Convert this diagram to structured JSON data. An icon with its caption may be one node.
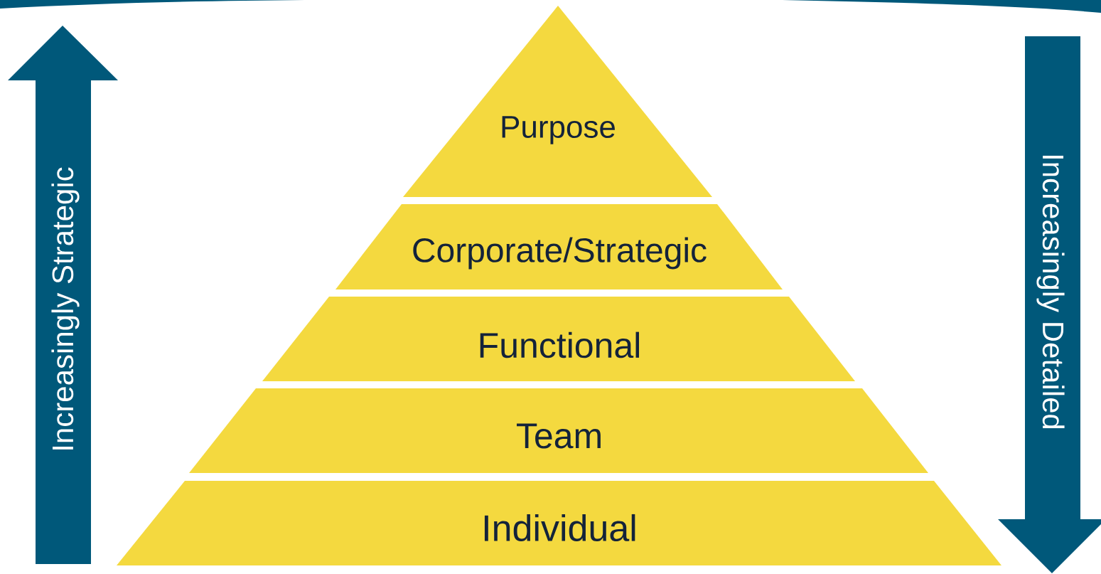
{
  "diagram": {
    "nodes": [
      {
        "text": [
          "Purpose"
        ]
      },
      {
        "text": [
          "Corporate/Strategic"
        ]
      },
      {
        "text": [
          "Functional"
        ]
      },
      {
        "text": [
          "Team"
        ]
      },
      {
        "text": [
          "Individual"
        ]
      },
      {
        "text": [
          "Increasingly Strategic"
        ]
      },
      {
        "text": [
          "Increasingly Detailed"
        ]
      }
    ]
  }
}
